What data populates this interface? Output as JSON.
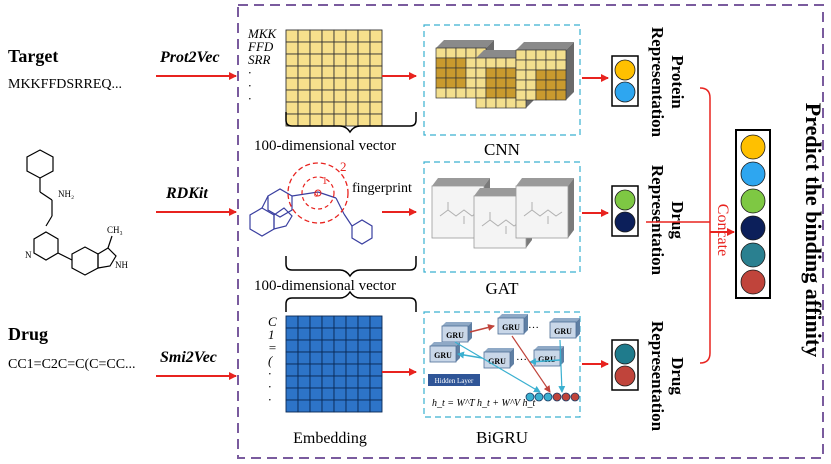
{
  "inputs": {
    "target": {
      "label": "Target",
      "sequence": "MKKFFDSRREQ..."
    },
    "drug": {
      "label": "Drug",
      "smiles": "CC1=C2C=C(C=CC..."
    },
    "structure": {
      "nh2": "NH₂",
      "nh": "NH",
      "methyl": "CH₃",
      "n": "N"
    }
  },
  "encoders": {
    "protein": "Prot2Vec",
    "graph": "RDKit",
    "smiles": "Smi2Vec"
  },
  "protein_branch": {
    "seq_chunks": [
      "MKK",
      "FFD",
      "SRR",
      "·",
      "·",
      "·"
    ],
    "matrix_label": "100-dimensional vector",
    "model": "CNN",
    "output": "Protein Representation",
    "output_lines": [
      "Protein",
      "Representation"
    ],
    "colors": [
      "#ffc000",
      "#2ea6f0"
    ]
  },
  "graph_branch": {
    "fingerprint_label": "fingerprint",
    "radius_marks": [
      "1",
      "2",
      "0"
    ],
    "matrix_label": "100-dimensional vector",
    "model": "GAT",
    "output": "Drug Representation",
    "output_lines": [
      "Drug",
      "Representation"
    ],
    "colors": [
      "#7ec843",
      "#0c1f5a"
    ]
  },
  "smiles_branch": {
    "smiles_chars": [
      "C",
      "1",
      "=",
      "(",
      "·",
      "·",
      "·"
    ],
    "matrix_label": "Embedding",
    "model": "BiGRU",
    "gru_label": "GRU",
    "ellipsis": "…",
    "hidden_label": "Hidden Layer",
    "formula": "h_t = W^T h_t + W^V h_t",
    "output": "Drug Representation",
    "output_lines": [
      "Drug",
      "Representation"
    ],
    "colors": [
      "#1f7b8c",
      "#c0443b"
    ]
  },
  "concat_label": "Concate",
  "combined_colors": [
    "#ffc000",
    "#2ea6f0",
    "#7ec843",
    "#0c1f5a",
    "#2a8090",
    "#c0443b"
  ],
  "final_label": "Predict the binding affinity"
}
